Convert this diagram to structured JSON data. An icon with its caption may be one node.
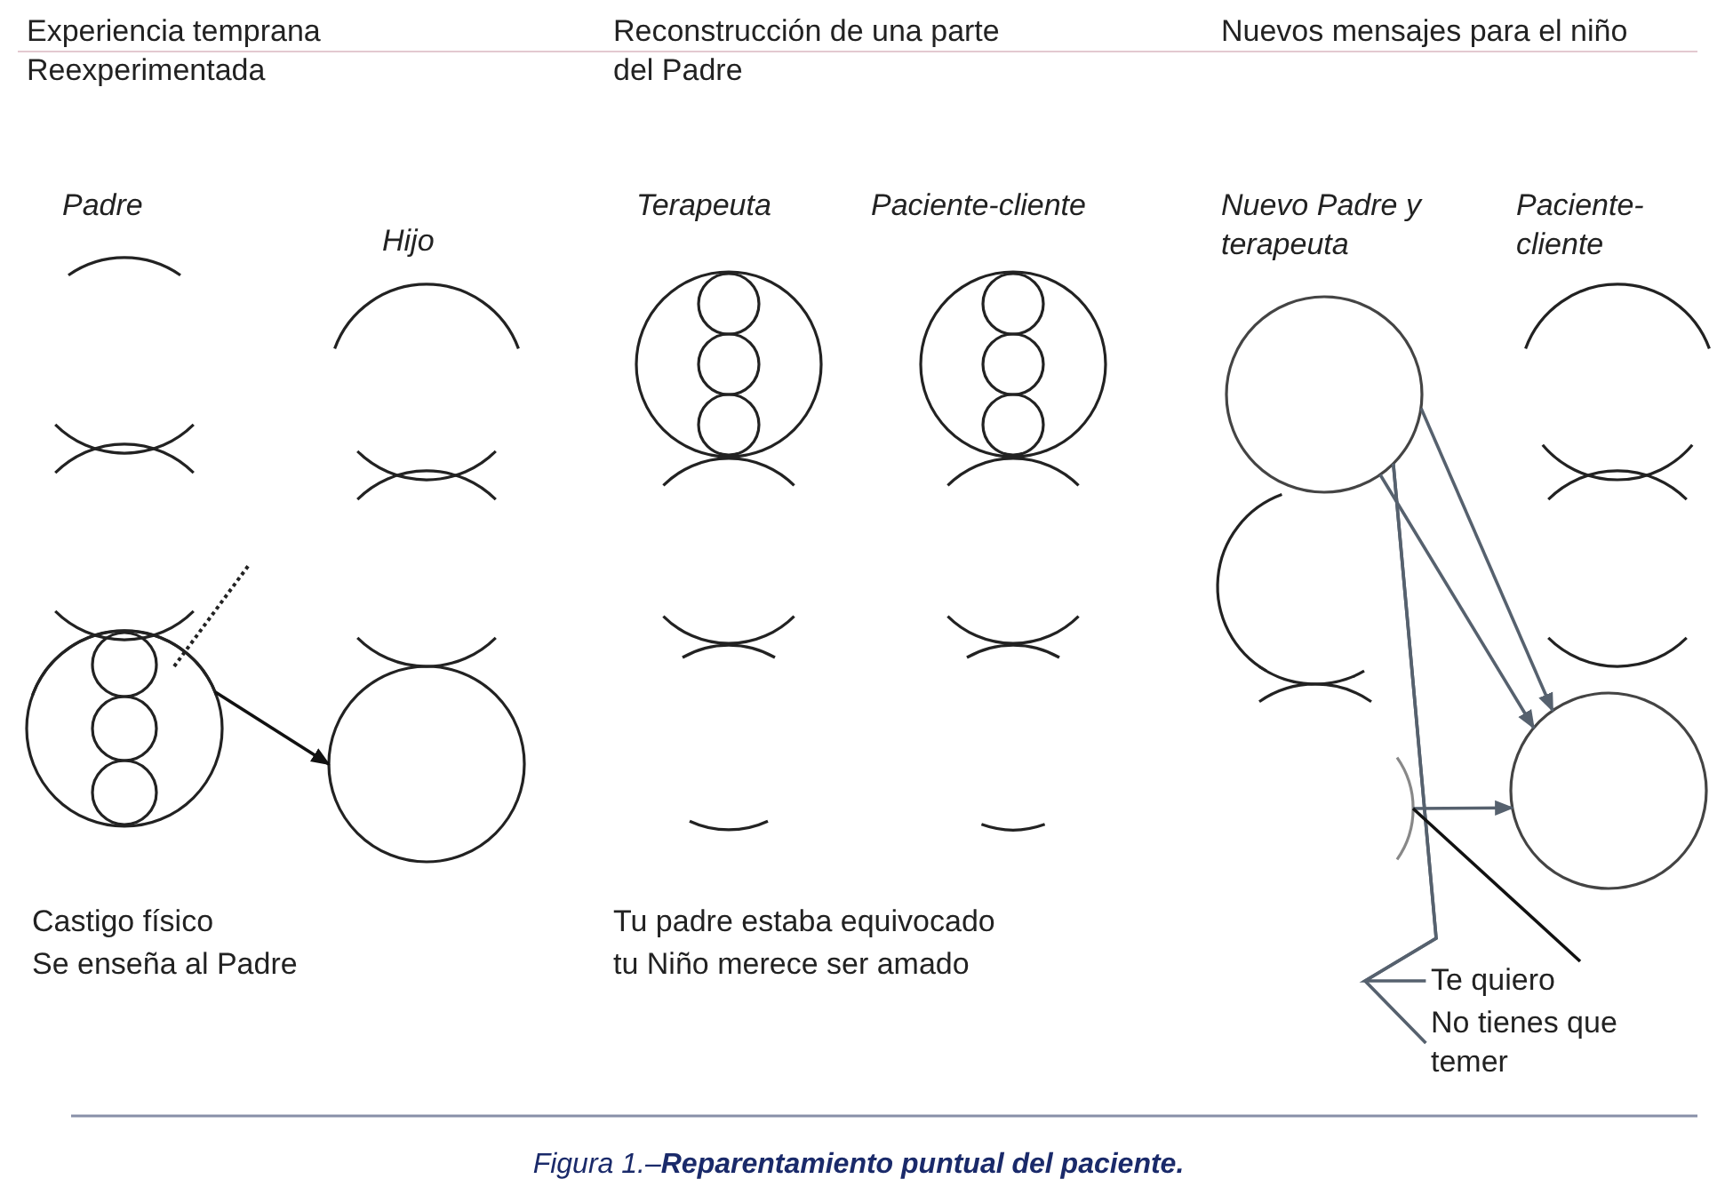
{
  "diagram": {
    "caption": "Figura 1.–**Reparentamiento puntual del paciente.**",
    "nodes": [
      {
        "text": [],
        "shape": "circle"
      },
      {
        "text": [],
        "shape": "circle"
      },
      {
        "text": [],
        "shape": "circle"
      },
      {
        "text": [],
        "shape": "circle"
      },
      {
        "text": [],
        "shape": "circle"
      },
      {
        "text": [
          "Te quiero"
        ]
      },
      {
        "text": [
          "No tienes que temer"
        ]
      }
    ],
    "edges": [
      {
        "from": 0,
        "to": 1,
        "arrow": "to",
        "color": "#111111"
      },
      {
        "from": 2,
        "to": 4,
        "arrow": "to"
      },
      {
        "from": 2,
        "to": 4,
        "arrow": "to"
      },
      {
        "from": 3,
        "to": 4,
        "arrow": "to"
      },
      {
        "from": 5,
        "to": 2,
        "arrow": "none"
      },
      {
        "from": 6,
        "to": 2,
        "arrow": "none"
      },
      {
        "from": 3,
        "to": 5,
        "arrow": "none",
        "color": "#111111"
      }
    ],
    "labels": [
      "Experiencia temprana Reexperimentada",
      "Reconstrucción de una parte del Padre",
      "Nuevos mensajes para el niño",
      "Padre",
      "Terapeuta",
      "Paciente-cliente",
      "Nuevo Padre y terapeuta",
      "Paciente-cliente",
      "Hijo",
      "Castigo físico",
      "Se enseña al Padre",
      "Tu padre estaba equivocado",
      "tu Niño merece ser amado"
    ]
  }
}
